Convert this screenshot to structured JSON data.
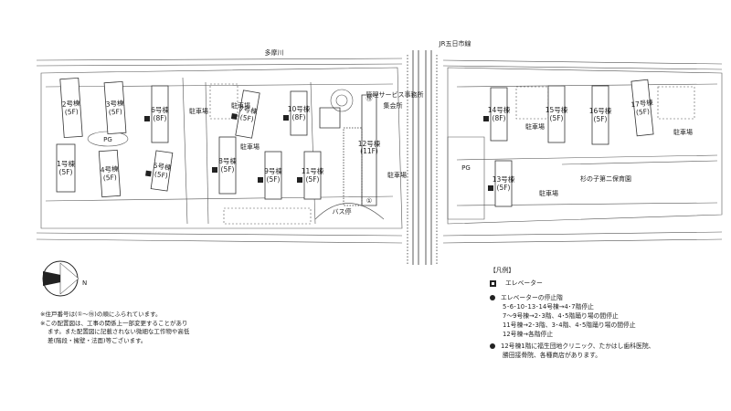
{
  "map": {
    "river": "多摩川",
    "rail": "JR五日市線",
    "parking": "駐車場",
    "pg": "PG",
    "bus_stop": "バス停",
    "office": "管理サービス事務所",
    "meeting_hall": "集会所",
    "nursery": "杉の子第二保育園",
    "compass_n": "N"
  },
  "buildings": [
    {
      "label": "1号棟",
      "floors": "5F"
    },
    {
      "label": "2号棟",
      "floors": "5F"
    },
    {
      "label": "3号棟",
      "floors": "5F"
    },
    {
      "label": "4号棟",
      "floors": "5F"
    },
    {
      "label": "5号棟",
      "floors": "5F"
    },
    {
      "label": "6号棟",
      "floors": "8F"
    },
    {
      "label": "7号棟",
      "floors": "5F"
    },
    {
      "label": "8号棟",
      "floors": "5F"
    },
    {
      "label": "9号棟",
      "floors": "5F"
    },
    {
      "label": "10号棟",
      "floors": "8F"
    },
    {
      "label": "11号棟",
      "floors": "5F"
    },
    {
      "label": "12号棟",
      "floors": "11F"
    },
    {
      "label": "13号棟",
      "floors": "5F"
    },
    {
      "label": "14号棟",
      "floors": "8F"
    },
    {
      "label": "15号棟",
      "floors": "5F"
    },
    {
      "label": "16号棟",
      "floors": "5F"
    },
    {
      "label": "17号棟",
      "floors": "5F"
    }
  ],
  "notes": [
    "※住戸番号は(①〜⑯)の順にふられています。",
    "※この配置図は、工事の関係上一部変更することがあり",
    "ます。また配置図に記載されない微細な工作物や高低",
    "差(階段・擁壁・法面)等ございます。"
  ],
  "legend": {
    "title": "【凡例】",
    "elevator": "エレベーター",
    "stop_title": "エレベーターの停止階",
    "stops": [
      "5･6･10･13･14号棟→4･7階停止",
      "7〜9号棟→2･3階、4･5階踊り場の間停止",
      "11号棟→2･3階、3･4階、4･5階踊り場の間停止",
      "12号棟→各階停止"
    ],
    "clinic_1": "12号棟1階に福生団地クリニック、たかはし歯科医院、",
    "clinic_2": "勝田接骨院、各種商店があります。"
  }
}
